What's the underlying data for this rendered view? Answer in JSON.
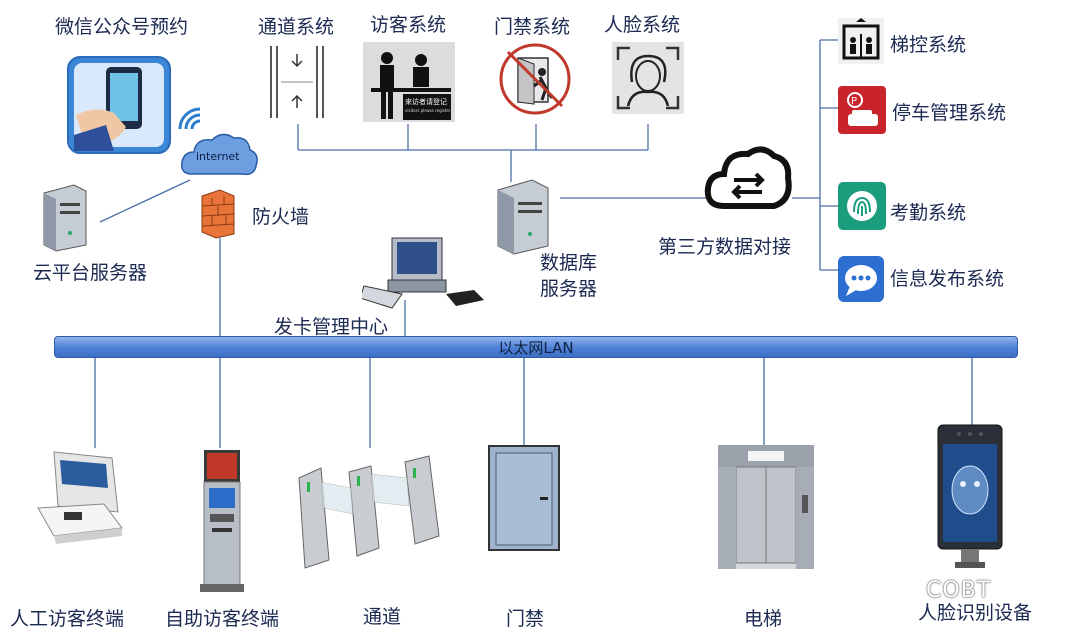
{
  "top": {
    "wechat": "微信公众号预约",
    "channel": "通道系统",
    "visitor": "访客系统",
    "access": "门禁系统",
    "face": "人脸系统",
    "visitor_sign": "来访者请登记",
    "visitor_sign_sub": "visitors please register"
  },
  "left": {
    "internet": "internet",
    "firewall": "防火墙",
    "cloud_server": "云平台服务器",
    "card_center": "发卡管理中心"
  },
  "center": {
    "db_line1": "数据库",
    "db_line2": "服务器",
    "third_party": "第三方数据对接"
  },
  "right": {
    "elevator_ctrl": "梯控系统",
    "parking": "停车管理系统",
    "attendance": "考勤系统",
    "info_pub": "信息发布系统"
  },
  "lan": {
    "label": "以太网LAN"
  },
  "bottom": {
    "manual": "人工访客终端",
    "self": "自助访客终端",
    "channel": "通道",
    "door": "门禁",
    "elevator": "电梯",
    "face_device": "人脸识别设备"
  },
  "watermark": "COBT"
}
